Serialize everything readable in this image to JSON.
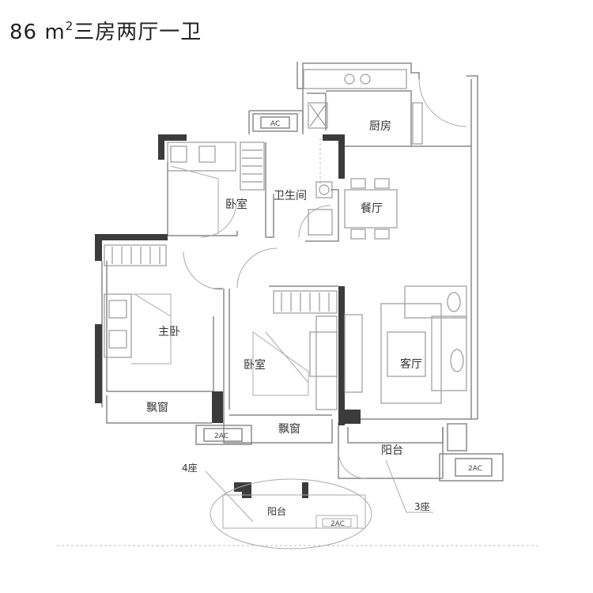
{
  "title": {
    "area": "86 m",
    "sup": "2",
    "layout": "三房两厅一卫"
  },
  "rooms": {
    "kitchen": "厨房",
    "bathroom": "卫生间",
    "dining": "餐厅",
    "bedroom_top": "卧室",
    "master_bedroom": "主卧",
    "bedroom_mid": "卧室",
    "living": "客厅",
    "bay_window_left": "飘窗",
    "bay_window_mid": "飘窗",
    "balcony": "阳台",
    "balcony_alt": "阳台"
  },
  "ac_labels": {
    "top": "AC",
    "left": "2AC",
    "right": "2AC",
    "alt": "2AC"
  },
  "variants": {
    "seat4": "4座",
    "seat3": "3座"
  },
  "colors": {
    "wall": "#3b3b3b",
    "line": "#8a8a8a",
    "background": "#ffffff"
  }
}
